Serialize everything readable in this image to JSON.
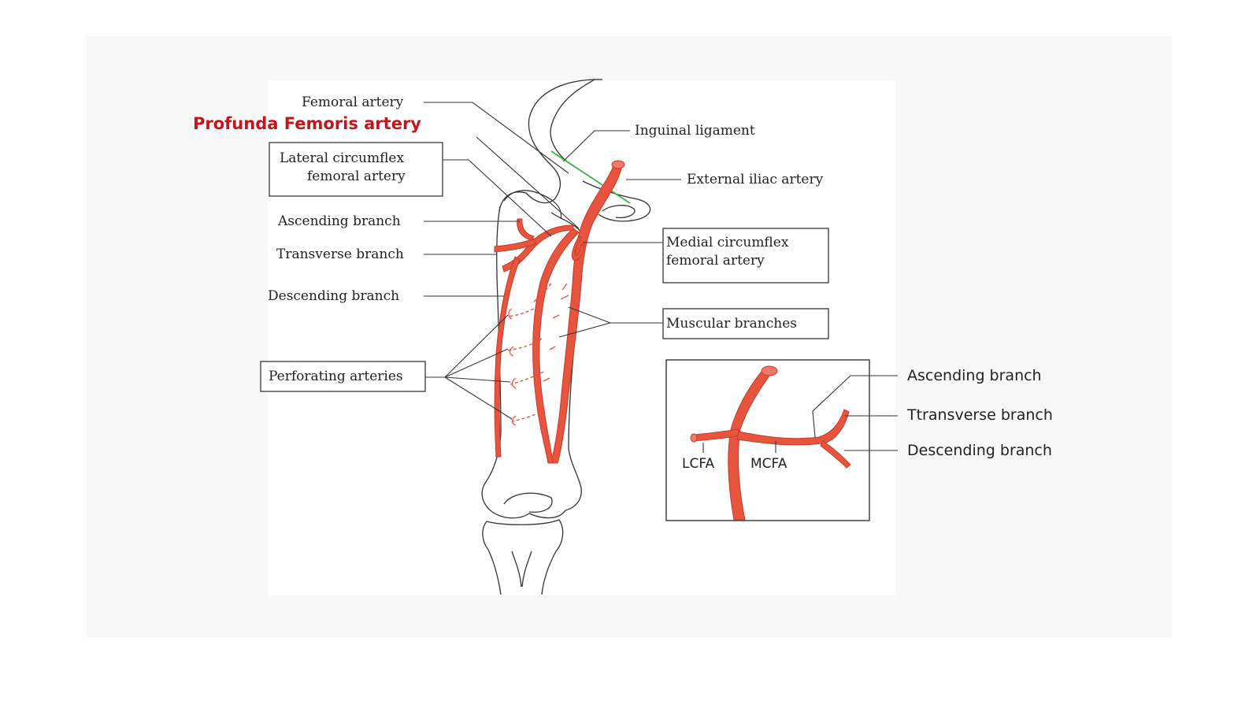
{
  "title": "Profunda Femoris artery",
  "colors": {
    "title": "#c0161c",
    "artery": "#e8553f",
    "artery_dark": "#c73b28",
    "ligament": "#3fae49",
    "line": "#333333"
  },
  "labels": {
    "femoral_artery": "Femoral artery",
    "lateral_circumflex_line1": "Lateral circumflex",
    "lateral_circumflex_line2": "femoral artery",
    "ascending_branch": "Ascending branch",
    "transverse_branch": "Transverse branch",
    "descending_branch": "Descending branch",
    "perforating_arteries": "Perforating arteries",
    "inguinal_ligament": "Inguinal ligament",
    "external_iliac_artery": "External iliac artery",
    "medial_circumflex_line1": "Medial circumflex",
    "medial_circumflex_line2": "femoral artery",
    "muscular_branches": "Muscular branches"
  },
  "inset": {
    "lcfa": "LCFA",
    "mcfa": "MCFA",
    "ascending_branch": "Ascending branch",
    "transverse_branch": "Ttransverse branch",
    "descending_branch": "Descending branch"
  }
}
